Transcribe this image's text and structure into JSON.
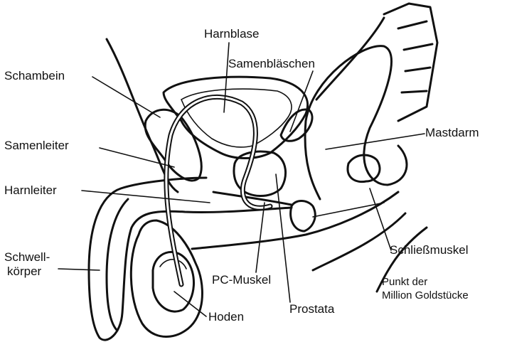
{
  "labels": {
    "harnblase": "Harnblase",
    "samenblaeschen": "Samenbläschen",
    "schambein": "Schambein",
    "mastdarm": "Mastdarm",
    "samenleiter": "Samenleiter",
    "harnleiter": "Harnleiter",
    "schwellkoerper_1": "Schwell-",
    "schwellkoerper_2": "körper",
    "schliessmuskel": "Schließmuskel",
    "pc_muskel": "PC-Muskel",
    "punkt_1": "Punkt der",
    "punkt_2": "Million Goldstücke",
    "hoden": "Hoden",
    "prostata": "Prostata"
  }
}
